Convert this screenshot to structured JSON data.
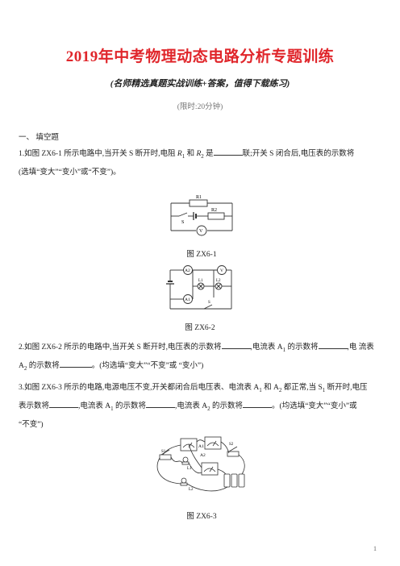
{
  "header": {
    "title": "2019年中考物理动态电路分析专题训练",
    "subtitle": "(名师精选真题实战训练+答案，值得下载练习)",
    "time_limit": "(限时:20分钟)"
  },
  "section": {
    "title": "一、  填空题"
  },
  "q1": {
    "line1_a": "1.如图 ZX6-1 所示电路中,当开关 S 断开时,电阻 ",
    "r1": "R",
    "r1_sub": "1",
    "and": " 和 ",
    "r2": "R",
    "r2_sub": "2",
    "is": " 是",
    "line1_b": "联;开关 S 闭合后,电压表的示数将",
    "line2": "(选填“变大”“变小”或“不变”)。"
  },
  "figures": {
    "fig1": {
      "caption": "图 ZX6-1",
      "labels": {
        "r1": "R1",
        "r2": "R2",
        "s": "S",
        "v": "V"
      }
    },
    "fig2": {
      "caption": "图 ZX6-2",
      "labels": {
        "a2": "A2",
        "v": "V",
        "l1": "L1",
        "l2": "L2",
        "a1": "A1",
        "s": "S"
      }
    },
    "fig3": {
      "caption": "图 ZX6-3",
      "labels": {
        "a1": "A1",
        "a2": "A2",
        "s1": "S1",
        "s2": "S2",
        "l1": "L1",
        "l2": "L2"
      }
    }
  },
  "q2": {
    "line1_a": "2.如图 ZX6-2 所示的电路中,当开关 S 断开时,电压表的示数将",
    "line1_b": ",电流表 A",
    "a1_sub": "1",
    "line1_c": " 的示数将",
    "line1_d": ",电 流表",
    "line2_a": "A",
    "a2_sub": "2",
    "line2_b": " 的示数将",
    "line2_c": "。(均选填“变大”“不变”或 “变小”)"
  },
  "q3": {
    "line1_a": "3.如图 ZX6-3 所示的电路,电源电压不变,开关都闭合后电压表、电流表 A",
    "s1": "1",
    "line1_b": " 和 A",
    "s2": "2",
    "line1_c": " 都正常,当 S",
    "s3": "1",
    "line1_d": " 断开时,电压",
    "line2_a": "表示数将",
    "line2_b": ",电流表 A",
    "s4": "1",
    "line2_c": " 的示数将",
    "line2_d": ",电流表 A",
    "s5": "2",
    "line2_e": " 的示数将",
    "line2_f": "。(均选填“变大”“变小”或",
    "line3": "“不变”)"
  },
  "page_number": "1"
}
